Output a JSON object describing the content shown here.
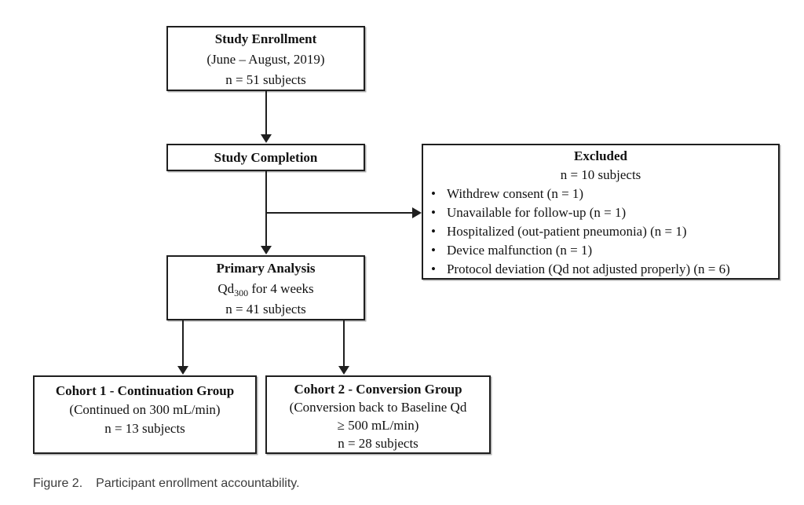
{
  "boxes": {
    "enrollment": {
      "title": "Study Enrollment",
      "dates": "(June – August, 2019)",
      "count": "n = 51 subjects"
    },
    "completion": {
      "title": "Study Completion"
    },
    "excluded": {
      "title": "Excluded",
      "count": "n = 10 subjects",
      "bullets": [
        "Withdrew consent (n = 1)",
        "Unavailable for follow-up (n = 1)",
        "Hospitalized (out-patient pneumonia) (n = 1)",
        "Device malfunction (n = 1)",
        "Protocol deviation (Qd not adjusted properly) (n = 6)"
      ]
    },
    "primary": {
      "title": "Primary Analysis",
      "qd_prefix": "Qd",
      "qd_sub": "300",
      "qd_suffix": " for 4 weeks",
      "count": "n = 41 subjects"
    },
    "cohort1": {
      "title": "Cohort 1 - Continuation Group",
      "detail": "(Continued on 300 mL/min)",
      "count": "n = 13 subjects"
    },
    "cohort2": {
      "title": "Cohort 2 - Conversion Group",
      "detail_line1": "(Conversion back to Baseline Qd",
      "detail_line2": "≥ 500 mL/min)",
      "count": "n = 28 subjects"
    }
  },
  "caption": {
    "label": "Figure 2.",
    "text": "Participant enrollment accountability."
  },
  "glyphs": {
    "bullet": "•"
  },
  "colors": {
    "box_border": "#1f1f1f",
    "box_text": "#121212",
    "arrow": "#1f1f1f",
    "caption_text": "#3d3d3d",
    "background": "#ffffff"
  }
}
